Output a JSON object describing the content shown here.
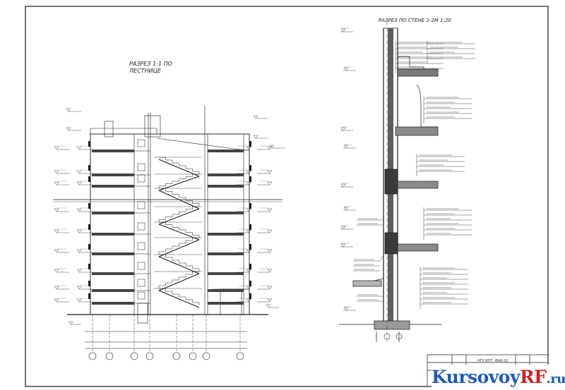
{
  "drawing": {
    "section_stair_title_line1": "РАЗРЕЗ 1-1 ПО",
    "section_stair_title_line2": "ЛЕСТНИЦЕ",
    "section_wall_title": "РАЗРЕЗ ПО СТЕНЕ 2-2М 1:20",
    "stamp_code": "НГУ.ВПТ. ФАБ.03"
  },
  "axis_markers": [
    "1",
    "2",
    "3",
    "4",
    "5",
    "6",
    "7",
    "8",
    "9"
  ],
  "watermark": {
    "part1": "Kursovoy",
    "part2": "RF",
    "part3": ".ru"
  },
  "colors": {
    "line": "#1a1a1a",
    "hatch": "#6b6b6b",
    "watermark_blue": "#1e5bbd",
    "watermark_red": "#d42020"
  }
}
